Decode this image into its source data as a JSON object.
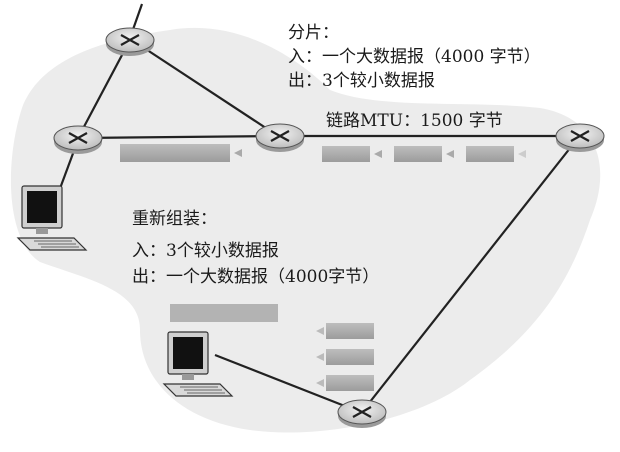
{
  "fragmentation": {
    "title": "分片：",
    "in_line": "入：一个大数据报（4000 字节）",
    "out_line": "出：3个较小数据报"
  },
  "link_mtu": "链路MTU：1500 字节",
  "reassembly": {
    "title": "重新组装：",
    "in_line": "入：3个较小数据报",
    "out_line": "出：一个大数据报（4000字节）"
  },
  "icons": {
    "router": "router-icon",
    "host": "computer-icon"
  },
  "colors": {
    "background_blob": "#e9e9e9",
    "datagram": "#a9a9a9",
    "router_body": "#d4d4d4",
    "link": "#1f1f1f"
  }
}
